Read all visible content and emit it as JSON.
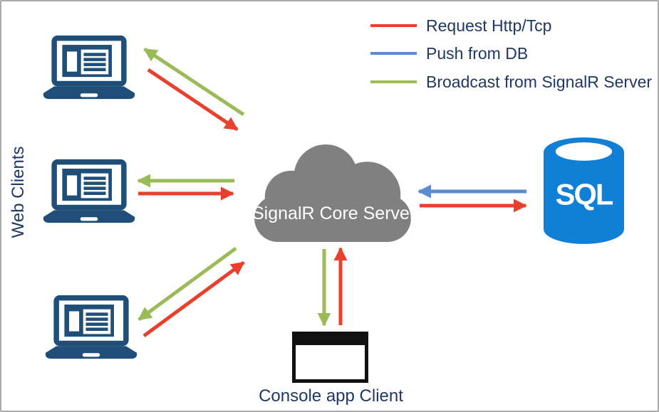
{
  "colors": {
    "request": "#E8402C",
    "push": "#5B8BD0",
    "broadcast": "#9BBB59",
    "laptop": "#1F4E79",
    "cloud": "#808080",
    "sql": "#1080D6",
    "text": "#1F3864",
    "console": "#111111",
    "border": "#ABABAB",
    "bg": "#FFFFFF"
  },
  "legend": {
    "items": [
      {
        "id": "request",
        "label": "Request Http/Tcp"
      },
      {
        "id": "push",
        "label": "Push from DB"
      },
      {
        "id": "broadcast",
        "label": "Broadcast from SignalR Server"
      }
    ]
  },
  "nodes": {
    "web_clients": {
      "label": "Web Clients",
      "count": 3
    },
    "server": {
      "label": "SignalR Core Server"
    },
    "database": {
      "label": "SQL"
    },
    "console": {
      "label": "Console app Client"
    }
  },
  "edges": [
    {
      "from": "signalr-server",
      "to": "web-client-1",
      "type": "broadcast"
    },
    {
      "from": "web-client-1",
      "to": "signalr-server",
      "type": "request"
    },
    {
      "from": "signalr-server",
      "to": "web-client-2",
      "type": "broadcast"
    },
    {
      "from": "web-client-2",
      "to": "signalr-server",
      "type": "request"
    },
    {
      "from": "signalr-server",
      "to": "web-client-3",
      "type": "broadcast"
    },
    {
      "from": "web-client-3",
      "to": "signalr-server",
      "type": "request"
    },
    {
      "from": "sql-database",
      "to": "signalr-server",
      "type": "push"
    },
    {
      "from": "signalr-server",
      "to": "sql-database",
      "type": "request"
    },
    {
      "from": "signalr-server",
      "to": "console-client",
      "type": "broadcast"
    },
    {
      "from": "console-client",
      "to": "signalr-server",
      "type": "request"
    }
  ]
}
